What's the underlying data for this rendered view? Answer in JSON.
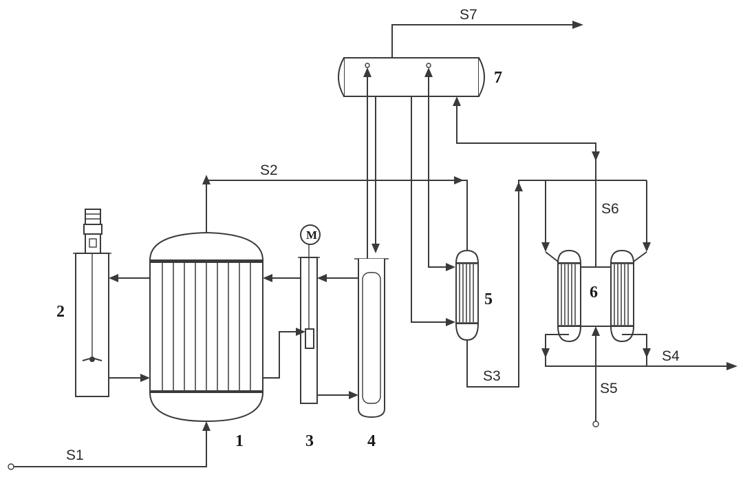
{
  "streams": {
    "s1": "S1",
    "s2": "S2",
    "s3": "S3",
    "s4": "S4",
    "s5": "S5",
    "s6": "S6",
    "s7": "S7"
  },
  "equipment": {
    "reactor": "1",
    "stirred_tank": "2",
    "pump_column": "3",
    "tube_column": "4",
    "exchanger_5": "5",
    "exchanger_pair_6": "6",
    "drum_7": "7"
  },
  "motor_symbol": "M"
}
